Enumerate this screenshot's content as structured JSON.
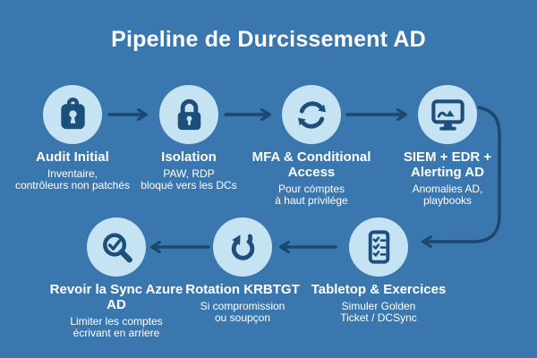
{
  "title": "Pipeline de Durcissement AD",
  "colors": {
    "background": "#3a77ae",
    "bubble": "#c6e3f3",
    "icon": "#1d4e7c",
    "arrow": "#1c486f",
    "text": "#ffffff"
  },
  "steps": [
    {
      "icon": "lock-badge-icon",
      "title": "Audit Initial",
      "subtitle": "Inventaire,\ncontrôleurs non patchés"
    },
    {
      "icon": "padlock-icon",
      "title": "Isolation",
      "subtitle": "PAW, RDP\nbloqué vers les DCs"
    },
    {
      "icon": "sync-arrows-icon",
      "title": "MFA & Conditional\nAccess",
      "subtitle": "Pour cómptes\nà haut privilége"
    },
    {
      "icon": "monitor-chart-icon",
      "title": "SIEM + EDR +\nAlerting AD",
      "subtitle": "Anomalies AD,\nplaybooks"
    },
    {
      "icon": "checklist-icon",
      "title": "Tabletop & Exercices",
      "subtitle": "Simuler Golden\nTicket / DCSync"
    },
    {
      "icon": "rotate-ccw-icon",
      "title": "Rotation KRBTGT",
      "subtitle": "Si compromission\nou soupçon"
    },
    {
      "icon": "magnifier-check-icon",
      "title": "Revoir la Sync Azure\nAD",
      "subtitle": "Limiter les comptes\nécrivant en arriere"
    }
  ]
}
